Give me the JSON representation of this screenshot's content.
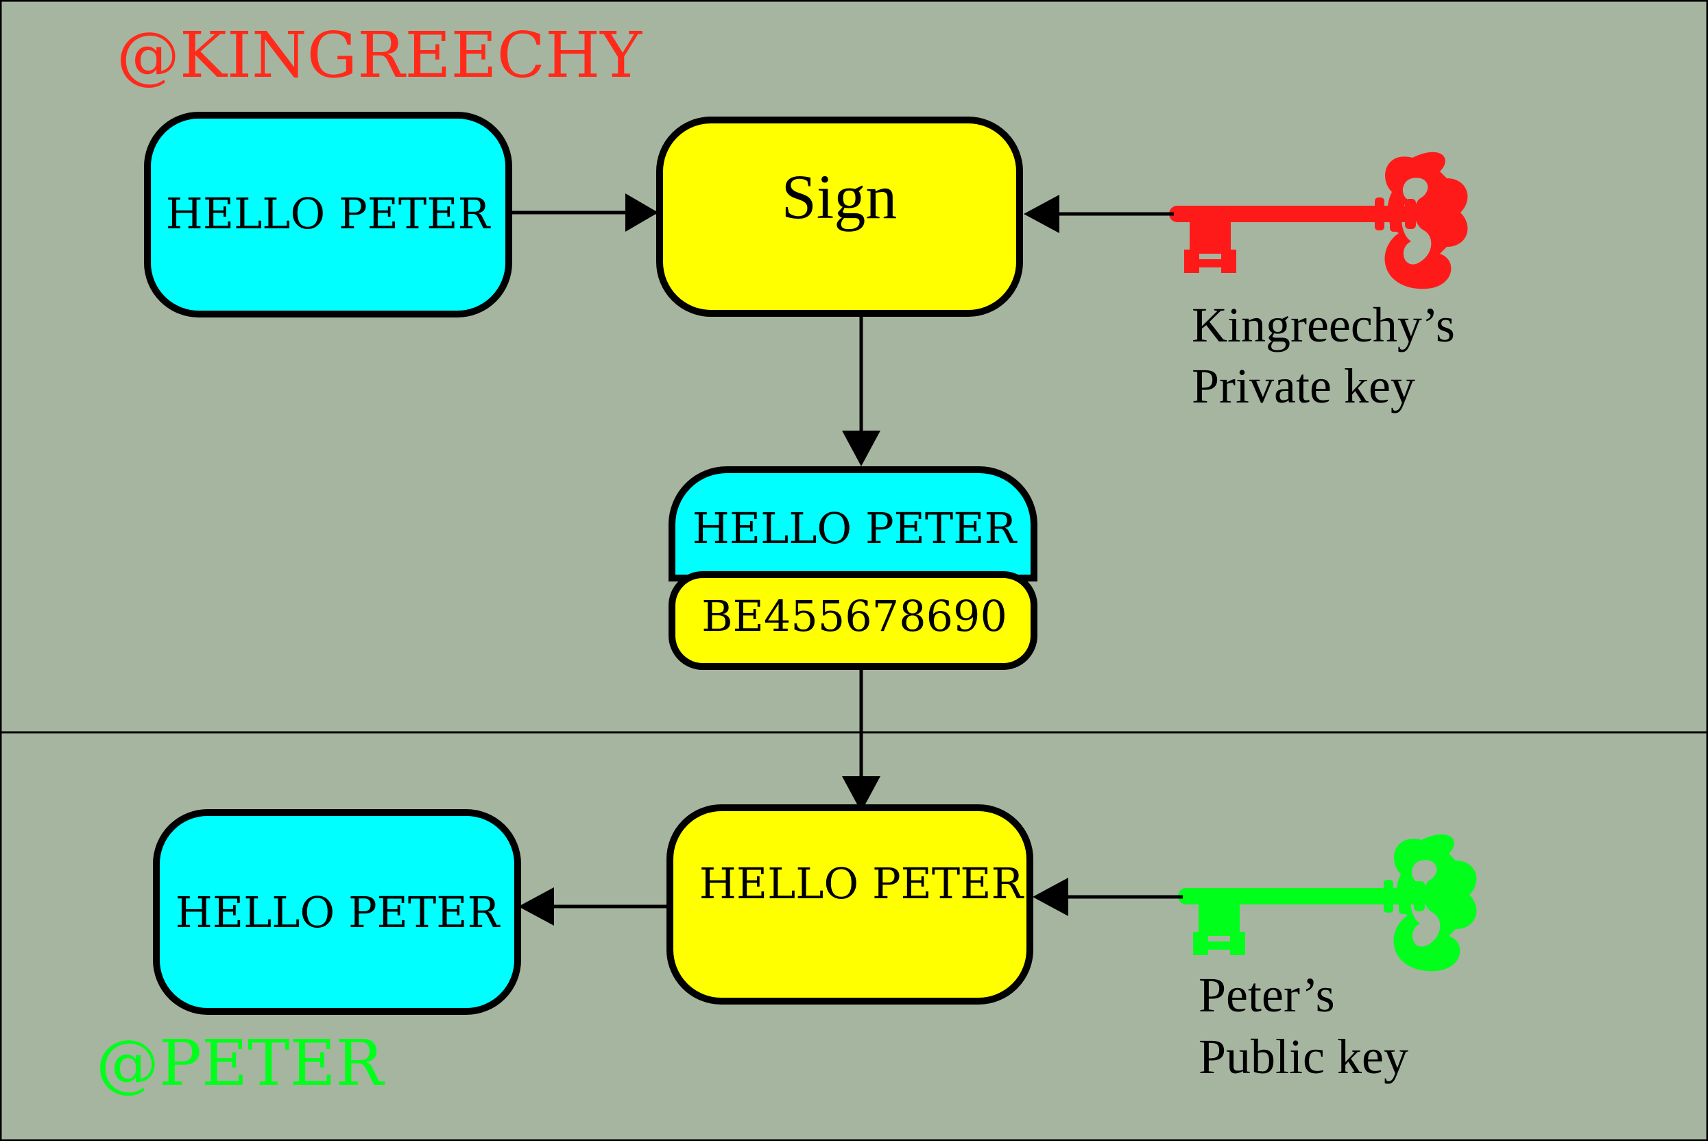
{
  "top_section": {
    "handle": "@KINGREECHY",
    "handle_color": "#ff2a1a",
    "message_box": {
      "text": "HELLO PETER",
      "fill": "#00ffff"
    },
    "sign_box": {
      "text": "Sign",
      "fill": "#ffff00"
    },
    "signed_message": {
      "message": "HELLO PETER",
      "signature": "BE455678690"
    },
    "private_key": {
      "icon": "key-icon",
      "color": "#ff1a1a",
      "label_line1": "Kingreechy’s",
      "label_line2": "Private key"
    }
  },
  "bottom_section": {
    "handle": "@PETER",
    "handle_color": "#00ff1a",
    "verify_box": {
      "text": "HELLO PETER",
      "fill": "#ffff00"
    },
    "received_box": {
      "text": "HELLO PETER",
      "fill": "#00ffff"
    },
    "public_key": {
      "icon": "key-icon",
      "color": "#00ff1a",
      "label_line1": "Peter’s",
      "label_line2": "Public key"
    }
  }
}
